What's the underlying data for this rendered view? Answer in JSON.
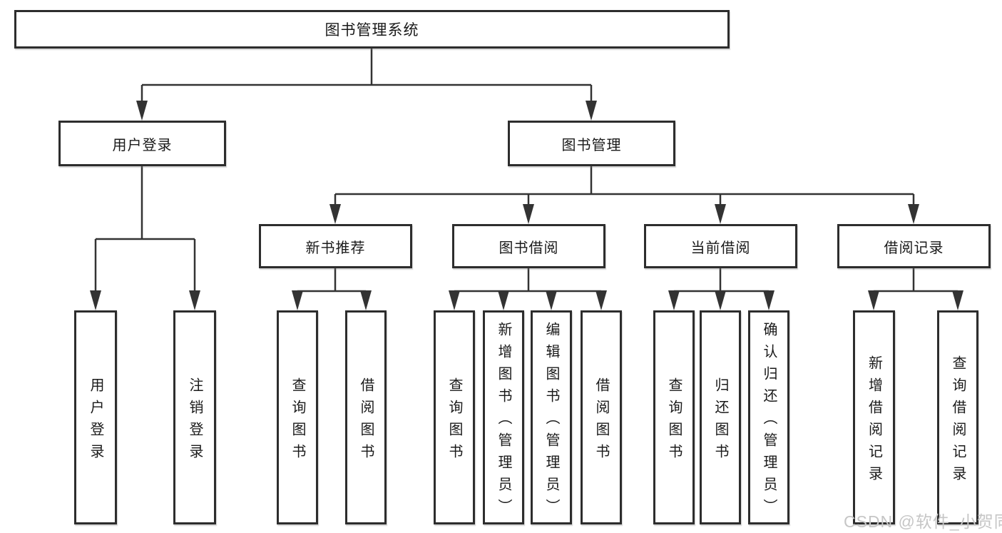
{
  "diagram": {
    "root": {
      "label": "图书管理系统"
    },
    "branches": [
      {
        "label": "用户登录",
        "children": [
          {
            "label": "用户登录"
          },
          {
            "label": "注销登录"
          }
        ]
      },
      {
        "label": "图书管理",
        "children": [
          {
            "label": "新书推荐",
            "children": [
              {
                "label": "查询图书"
              },
              {
                "label": "借阅图书"
              }
            ]
          },
          {
            "label": "图书借阅",
            "children": [
              {
                "label": "查询图书"
              },
              {
                "label": "新增图书（管理员）"
              },
              {
                "label": "编辑图书（管理员）"
              },
              {
                "label": "借阅图书"
              }
            ]
          },
          {
            "label": "当前借阅",
            "children": [
              {
                "label": "查询图书"
              },
              {
                "label": "归还图书"
              },
              {
                "label": "确认归还（管理员）"
              }
            ]
          },
          {
            "label": "借阅记录",
            "children": [
              {
                "label": "新增借阅记录"
              },
              {
                "label": "查询借阅记录"
              }
            ]
          }
        ]
      }
    ]
  },
  "watermark": {
    "text": "CSDN @软件_小贺同学",
    "color": "#c6c6c6"
  },
  "colors": {
    "line": "#333333",
    "border": "#2d2d2d",
    "text": "#1a1a1a",
    "background": "#ffffff"
  }
}
